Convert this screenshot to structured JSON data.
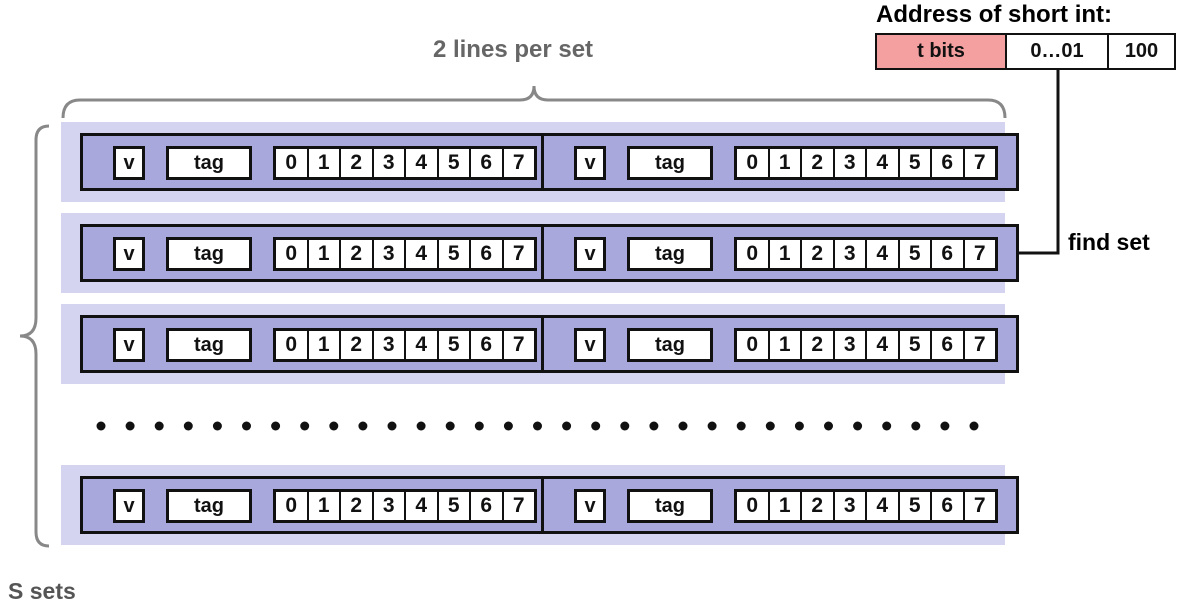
{
  "header": {
    "lines_per_set": "2 lines per set",
    "sets_label": "S sets",
    "find_set": "find set"
  },
  "address": {
    "title": "Address of short int:",
    "tag": "t bits",
    "set_index": "0…01",
    "offset": "100"
  },
  "line_fields": {
    "valid": "v",
    "tag": "tag",
    "bytes": [
      "0",
      "1",
      "2",
      "3",
      "4",
      "5",
      "6",
      "7"
    ]
  },
  "colors": {
    "set_band": "#d4d4f0",
    "line_fill": "#a8a8dc",
    "tag_bits_fill": "#f5a0a0",
    "brace_gray": "#888888"
  }
}
